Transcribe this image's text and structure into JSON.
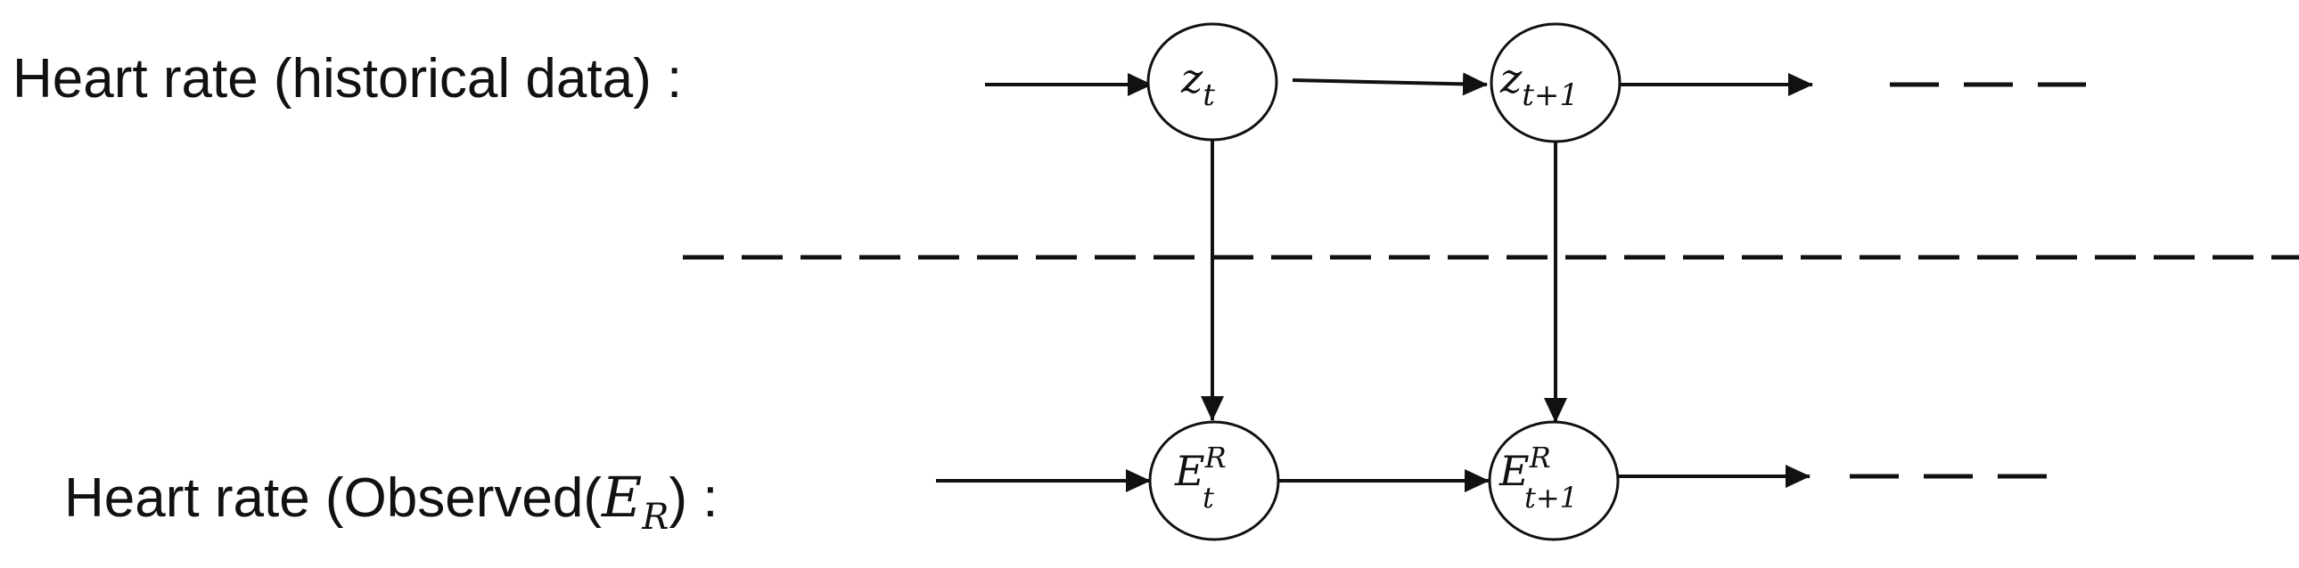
{
  "rows": {
    "top_label": "Heart rate (historical data) :",
    "bottom_label_prefix": "Heart rate (Observed(",
    "bottom_label_var": "E",
    "bottom_label_sub": "R",
    "bottom_label_suffix": ") :"
  },
  "nodes": {
    "z_t": {
      "base": "z",
      "sub": "t"
    },
    "z_t1": {
      "base": "z",
      "sub": "t+1"
    },
    "e_t": {
      "base": "E",
      "sup": "R",
      "sub": "t"
    },
    "e_t1": {
      "base": "E",
      "sup": "R",
      "sub": "t+1"
    }
  },
  "colors": {
    "stroke": "#111111",
    "background": "#ffffff"
  }
}
